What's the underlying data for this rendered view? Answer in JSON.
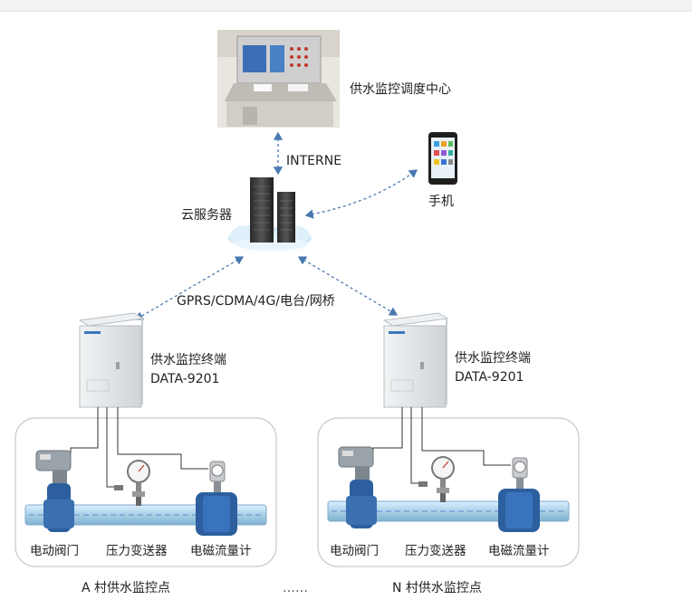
{
  "labels": {
    "center": "供水监控调度中心",
    "internet": "INTERNE",
    "phone": "手机",
    "cloud": "云服务器",
    "network": "GPRS/CDMA/4G/电台/网桥",
    "terminal_a_name": "供水监控终端",
    "terminal_a_model": "DATA-9201",
    "terminal_n_name": "供水监控终端",
    "terminal_n_model": "DATA-9201",
    "site_a_valve": "电动阀门",
    "site_a_pressure": "压力变送器",
    "site_a_flow": "电磁流量计",
    "site_n_valve": "电动阀门",
    "site_n_pressure": "压力变送器",
    "site_n_flow": "电磁流量计",
    "site_a_caption": "A 村供水监控点",
    "site_n_caption": "N 村供水监控点",
    "ellipsis": "……"
  },
  "colors": {
    "arrow": "#4a78b0",
    "pipe": "#a9cfe6",
    "flange": "#2d5f9e",
    "cabinet": "#dfe3e6",
    "panel_border": "#c9c9c9"
  }
}
